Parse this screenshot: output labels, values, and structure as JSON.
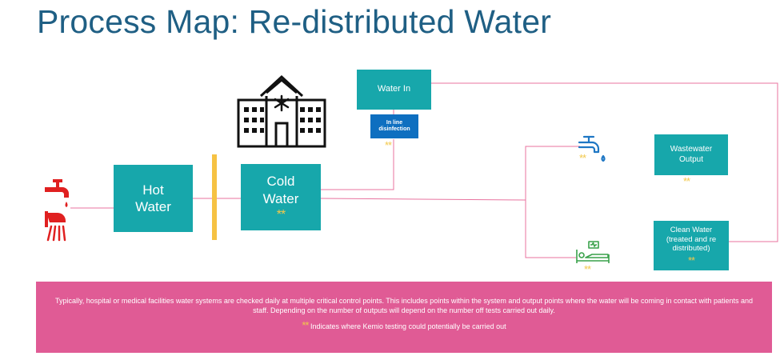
{
  "title": "Process Map: Re-distributed Water",
  "nodes": {
    "hot_water": [
      "Hot",
      "Water"
    ],
    "cold_water": [
      "Cold",
      "Water"
    ],
    "water_in": "Water In",
    "inline_disinfection": [
      "In line",
      "disinfection"
    ],
    "wastewater_output": [
      "Wastewater",
      "Output"
    ],
    "clean_water": [
      "Clean Water",
      "(treated and re",
      "distributed)"
    ]
  },
  "testing_marker": "**",
  "icons": {
    "source": "tap-shower-icon",
    "building": "hospital-building-icon",
    "outlet_tap": "tap-icon",
    "patient_bed": "patient-bed-icon"
  },
  "colors": {
    "title": "#1f5f84",
    "process_box": "#17a7ab",
    "inline_box": "#0e6fc0",
    "marker": "#f2c84b",
    "divider": "#f6c243",
    "flow_line": "#e8739f",
    "banner": "#e05b95",
    "source_icon": "#e02020",
    "bed_icon": "#39a14a"
  },
  "banner": {
    "text": "Typically, hospital or medical facilities water systems are checked daily at multiple critical control points. This includes points within the system and output points where the water will be coming in contact with patients and staff. Depending on the number of outputs will depend on the number off tests  carried out daily.",
    "legend": "Indicates where Kemio testing could potentially be carried out"
  }
}
